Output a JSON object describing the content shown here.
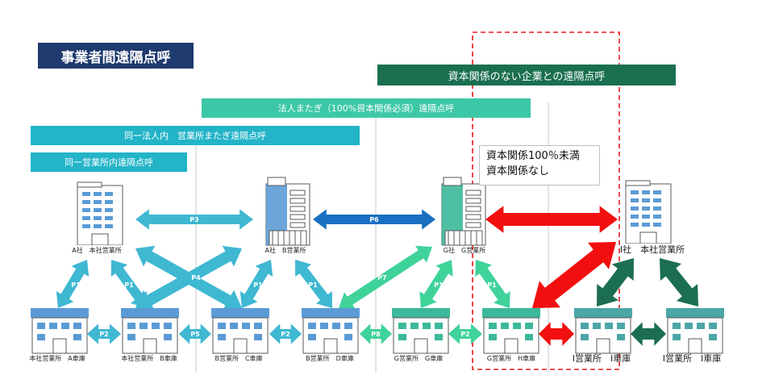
{
  "title": "事業者間遠隔点呼",
  "banners": {
    "no_capital": "資本関係のない企業との遠隔点呼",
    "cross_corp": "法人またぎ（100%資本関係必須）遠隔点呼",
    "same_corp": "同一法人内　営業所またぎ遠隔点呼",
    "same_office": "同一営業所内遠隔点呼"
  },
  "note": {
    "line1": "資本関係100％未満",
    "line2": "資本関係なし"
  },
  "nodes": {
    "a_hq": "A社　本社営業所",
    "a_b": "A社　B営業所",
    "g_g": "G社　G営業所",
    "i_hq": "I社　本社営業所",
    "hq_a": "本社営業所　A車庫",
    "hq_b": "本社営業所　B車庫",
    "b_c": "B営業所　C車庫",
    "b_d": "B営業所　D車庫",
    "g_gg": "G営業所　G車庫",
    "g_h": "G営業所　H車庫",
    "i_i": "I営業所　I車庫",
    "i_j": "I営業所　I車庫"
  },
  "arrows": {
    "p1": "P1",
    "p2": "P2",
    "p3": "P3",
    "p4": "P4",
    "p5": "P5",
    "p6": "P6",
    "p7": "P7",
    "p8": "P8"
  },
  "colors": {
    "navy": "#1F3A6E",
    "teal_dark": "#1A6F4F",
    "mint": "#3CC8A6",
    "cyan": "#23B4C8",
    "arrow_cyan": "#3FB8D2",
    "arrow_green": "#3FD39A",
    "arrow_blue": "#1A6FC2",
    "arrow_red": "#F20F0F",
    "arrow_darkgreen": "#1B6F50",
    "bldg_blue": "#5B9BD5",
    "bldg_green": "#3CB89A",
    "bldg_teal": "#4CA6A8"
  }
}
